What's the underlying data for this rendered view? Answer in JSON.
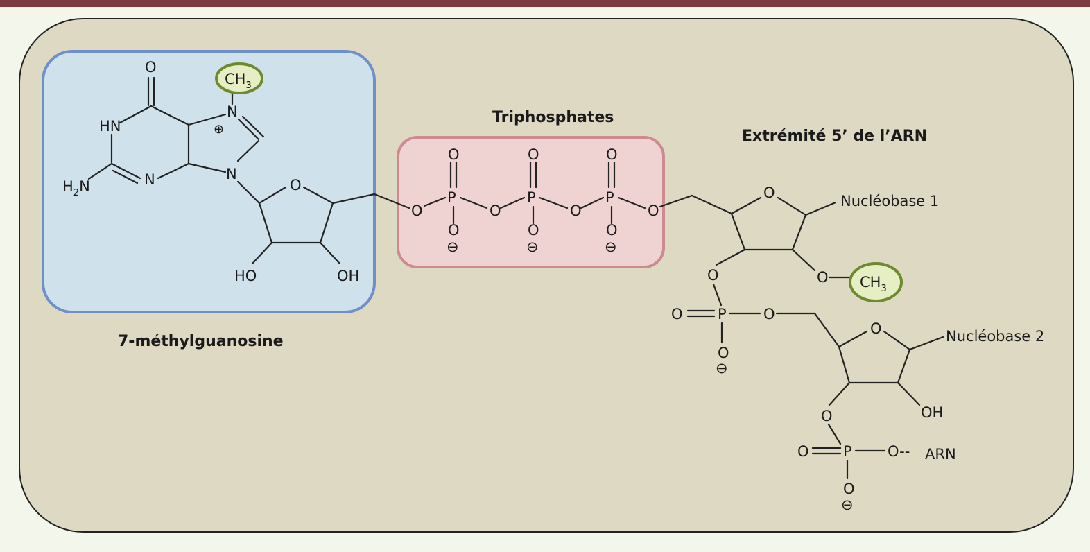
{
  "labels": {
    "guanosine": "7-méthylguanosine",
    "triphosphates": "Triphosphates",
    "rna_end": "Extrémité 5’ de l’ARN"
  },
  "atoms": {
    "O": "O",
    "N": "N",
    "HN": "HN",
    "H2N_main": "H",
    "H2N_sub": "2",
    "H2N_tail": "N",
    "P": "P",
    "HO": "HO",
    "OH": "OH",
    "CH3_main": "CH",
    "CH3_sub": "3",
    "minus": "⊖",
    "plus": "⊕",
    "nucleobase1": "Nucléobase 1",
    "nucleobase2": "Nucléobase 2",
    "o_dash": "O--",
    "arn": "ARN"
  },
  "colors": {
    "header_bar": "#7a3a40",
    "panel": "#ddd9c3",
    "guanosine_box": "#cfe2ec",
    "guanosine_border": "#6f8fc9",
    "triphosphate_box": "#efd3d3",
    "triphosphate_border": "#cf8a8f",
    "methyl_fill": "#e6eec3",
    "methyl_border": "#6d8a2e"
  }
}
